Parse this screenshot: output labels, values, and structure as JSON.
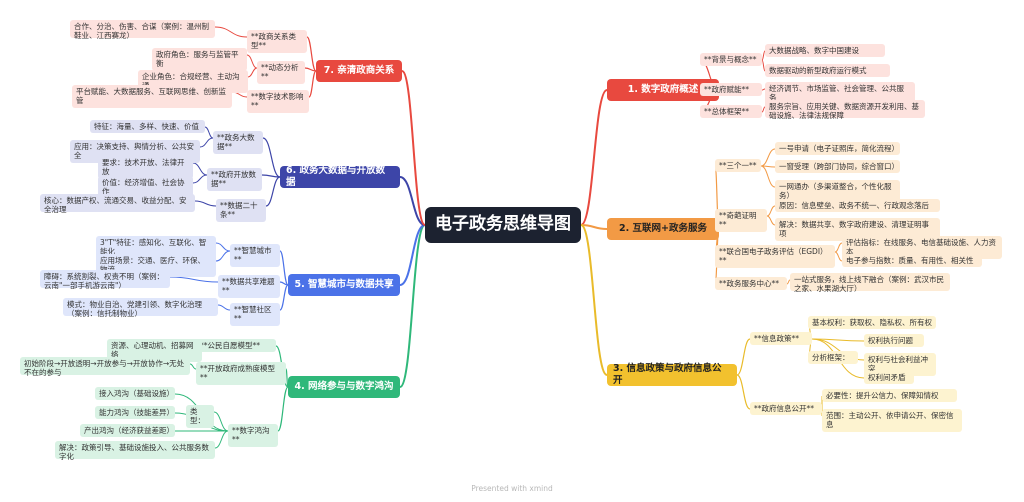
{
  "title": "电子政务思维导图",
  "watermark": "Presented with xmind",
  "colors": {
    "b1": {
      "main": "#e8493f",
      "bg": "#fde2de",
      "line": "#e8493f",
      "text": "#ffffff"
    },
    "b2": {
      "main": "#f29a45",
      "bg": "#fdebd5",
      "line": "#f29a45",
      "text": "#222222"
    },
    "b3": {
      "main": "#f2c12e",
      "bg": "#fdf3d0",
      "line": "#e9bb2a",
      "text": "#222222"
    },
    "b4": {
      "main": "#2fb87a",
      "bg": "#d9f2e4",
      "line": "#2fb87a",
      "text": "#ffffff"
    },
    "b5": {
      "main": "#4b72e8",
      "bg": "#dfe6fb",
      "line": "#4b72e8",
      "text": "#ffffff"
    },
    "b6": {
      "main": "#3d45a8",
      "bg": "#dfe1f3",
      "line": "#3d45a8",
      "text": "#ffffff"
    },
    "b7": {
      "main": "#e8493f",
      "bg": "#fde2de",
      "line": "#e8493f",
      "text": "#ffffff"
    }
  },
  "branches": {
    "b1": {
      "label": "1. 数字政府概述",
      "subs": [
        {
          "label": "**背景与概念**",
          "leaves": [
            "大数据战略、数字中国建设",
            "数据驱动的新型政府运行模式"
          ]
        },
        {
          "label": "**政府赋能**",
          "leaves": [
            "经济调节、市场监管、社会管理、公共服务"
          ]
        },
        {
          "label": "**总体框架**",
          "leaves": [
            "服务宗旨、应用关键、数据资源开发利用、基础设施、法律法规保障"
          ]
        }
      ]
    },
    "b2": {
      "label": "2. 互联网+政务服务",
      "subs": [
        {
          "label": "**三个一**",
          "leaves": [
            "一号申请（电子证照库，简化流程）",
            "一窗受理（跨部门协同，综合窗口）",
            "一网通办（多渠道整合，个性化服务）"
          ]
        },
        {
          "label": "**奇葩证明**",
          "leaves": [
            "原因：信息壁垒、政务不统一、行政观念落后",
            "解决：数据共享、数字政府建设、清理证明事项"
          ]
        },
        {
          "label": "**联合国电子政务评估（EGDI）**",
          "leaves": [
            "评估指标：在线服务、电信基础设施、人力资本",
            "电子参与指数：质量、有用性、相关性"
          ]
        },
        {
          "label": "**政务服务中心**",
          "leaves": [
            "一站式服务，线上线下融合（案例：武汉市民之家、水果湖大厅）"
          ]
        }
      ]
    },
    "b3": {
      "label": "3. 信息政策与政府信息公开",
      "subs": [
        {
          "label": "**信息政策**",
          "leaves": [
            "基本权利：获取权、隐私权、所有权",
            "分析框架：",
            "权利执行问题",
            "权利与社会利益冲突",
            "权利间矛盾"
          ]
        },
        {
          "label": "**政府信息公开**",
          "leaves": [
            "必要性：提升公信力、保障知情权",
            "范围：主动公开、依申请公开、保密信息"
          ]
        }
      ]
    },
    "b4": {
      "label": "4. 网络参与与数字鸿沟",
      "subs": [
        {
          "label": "**公民自愿模型**",
          "leaves": [
            "资源、心理动机、招募网络"
          ]
        },
        {
          "label": "**开放政府成熟度模型**",
          "leaves": [
            "初始阶段→开放透明→开放参与→开放协作→无处不在的参与"
          ]
        },
        {
          "label": "**数字鸿沟**",
          "leaves": [
            "类型：",
            "接入鸿沟（基础设施）",
            "能力鸿沟（技能差异）",
            "产出鸿沟（经济获益差距）",
            "解决：政策引导、基础设施投入、公共服务数字化"
          ]
        }
      ]
    },
    "b5": {
      "label": "5. 智慧城市与数据共享",
      "subs": [
        {
          "label": "**智慧城市**",
          "leaves": [
            "3\"T\"特征：感知化、互联化、智能化",
            "应用场景：交通、医疗、环保、物流"
          ]
        },
        {
          "label": "**数据共享难题**",
          "leaves": [
            "障碍：系统割裂、权责不明（案例：云南\"一部手机游云南\"）"
          ]
        },
        {
          "label": "**智慧社区**",
          "leaves": [
            "模式：物业自治、党建引领、数字化治理（案例：信托制物业）"
          ]
        }
      ]
    },
    "b6": {
      "label": "6. 政务大数据与开放数据",
      "subs": [
        {
          "label": "**政务大数据**",
          "leaves": [
            "特征：海量、多样、快速、价值",
            "应用：决策支持、舆情分析、公共安全"
          ]
        },
        {
          "label": "**政府开放数据**",
          "leaves": [
            "要求：技术开放、法律开放",
            "价值：经济增值、社会协作"
          ]
        },
        {
          "label": "**数据二十条**",
          "leaves": [
            "核心：数据产权、流通交易、收益分配、安全治理"
          ]
        }
      ]
    },
    "b7": {
      "label": "7. 亲清政商关系",
      "subs": [
        {
          "label": "**政商关系类型**",
          "leaves": [
            "合作、分治、伤害、合谋（案例：温州制鞋业、江西赛龙）"
          ]
        },
        {
          "label": "**动态分析**",
          "leaves": [
            "政府角色：服务与监管平衡",
            "企业角色：合规经营、主动沟通"
          ]
        },
        {
          "label": "**数字技术影响**",
          "leaves": [
            "平台赋能、大数据服务、互联网思维、创新监管"
          ]
        }
      ]
    }
  }
}
